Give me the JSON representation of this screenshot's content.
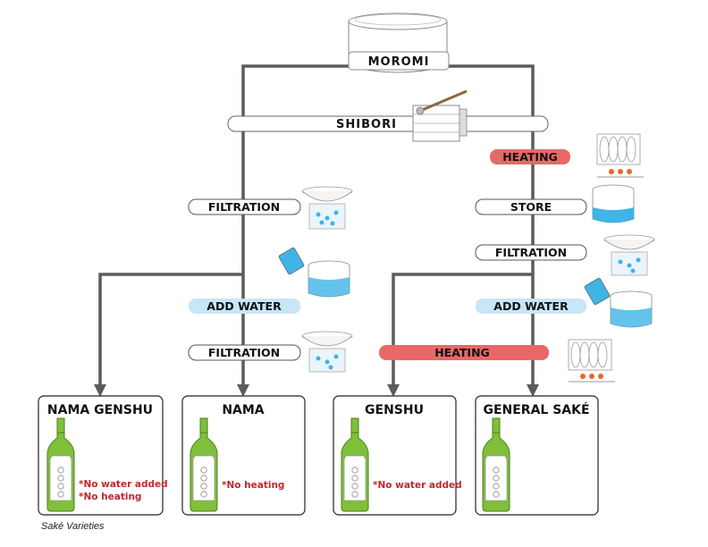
{
  "diagram": {
    "source": "MOROMI",
    "steps": {
      "shibori": "SHIBORI",
      "heating_top": "HEATING",
      "store": "STORE",
      "filtration_left": "FILTRATION",
      "filtration_right": "FILTRATION",
      "add_water_left": "ADD WATER",
      "add_water_right": "ADD WATER",
      "filtration_left_2": "FILTRATION",
      "heating_mid": "HEATING"
    },
    "products": [
      {
        "name": "NAMA GENSHU",
        "notes": [
          "*No water added",
          "*No heating"
        ]
      },
      {
        "name": "NAMA",
        "notes": [
          "*No heating"
        ]
      },
      {
        "name": "GENSHU",
        "notes": [
          "*No water added"
        ]
      },
      {
        "name": "GENERAL SAKÉ",
        "notes": []
      }
    ],
    "caption": "Saké Varieties"
  },
  "colors": {
    "line": "#5b5b5b",
    "heating": "#e86868",
    "add_water": "#c8e6f6",
    "note_text": "#c0282d",
    "bottle": "#7fbf3a",
    "water": "#3fb4e6"
  }
}
